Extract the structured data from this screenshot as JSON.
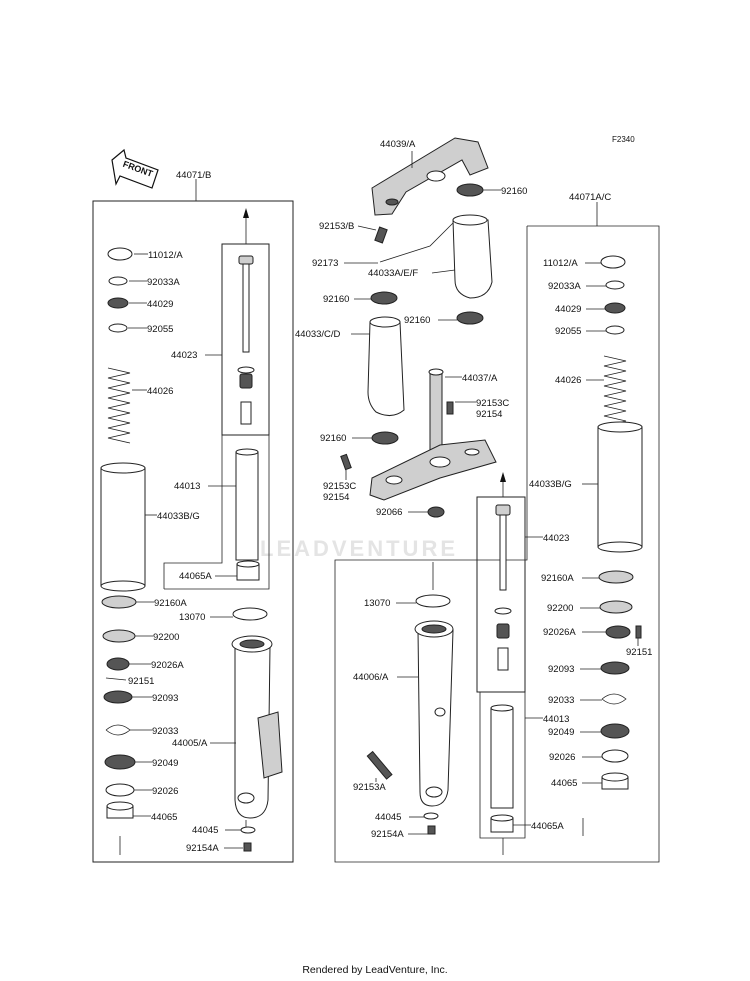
{
  "diagram_code": "F2340",
  "front_label": "FRONT",
  "watermark": "LEADVENTURE",
  "footer": "Rendered by LeadVenture, Inc.",
  "labels": {
    "l44071b": "44071/B",
    "l11012a_left": "11012/A",
    "l92033a_left": "92033A",
    "l44029_left": "44029",
    "l92055_left": "92055",
    "l44023_left": "44023",
    "l44026_left": "44026",
    "l44013_left": "44013",
    "l44033bg_left": "44033B/G",
    "l44065a_left": "44065A",
    "l92160a_left": "92160A",
    "l13070_left": "13070",
    "l92200_left": "92200",
    "l92026a_left": "92026A",
    "l92151_left": "92151",
    "l92093_left": "92093",
    "l92033_left": "92033",
    "l44005a": "44005/A",
    "l92049_left": "92049",
    "l92026_left": "92026",
    "l44065_left": "44065",
    "l44045_left": "44045",
    "l92154a_left": "92154A",
    "l44039a": "44039/A",
    "l92160_top": "92160",
    "l92153b": "92153/B",
    "l92173": "92173",
    "l44033aef": "44033A/E/F",
    "l92160_mid1": "92160",
    "l92160_mid2": "92160",
    "l44033cd": "44033/C/D",
    "l44037a": "44037/A",
    "l92153c_r": "92153C",
    "l92154_r": "92154",
    "l92160_low": "92160",
    "l92153c_l": "92153C",
    "l92154_l": "92154",
    "l92066": "92066",
    "l44071ac": "44071A/C",
    "l11012a_right": "11012/A",
    "l92033a_right": "92033A",
    "l44029_right": "44029",
    "l92055_right": "92055",
    "l44026_right": "44026",
    "l44033bg_right": "44033B/G",
    "l44023_right": "44023",
    "l92160a_right": "92160A",
    "l13070_right": "13070",
    "l92200_right": "92200",
    "l92026a_right": "92026A",
    "l92151_right": "92151",
    "l44006a": "44006/A",
    "l92093_right": "92093",
    "l92033_right": "92033",
    "l44013_right": "44013",
    "l92049_right": "92049",
    "l92153a": "92153A",
    "l92026_right": "92026",
    "l44065_right": "44065",
    "l44045_right": "44045",
    "l44065a_right": "44065A",
    "l92154a_right": "92154A"
  }
}
